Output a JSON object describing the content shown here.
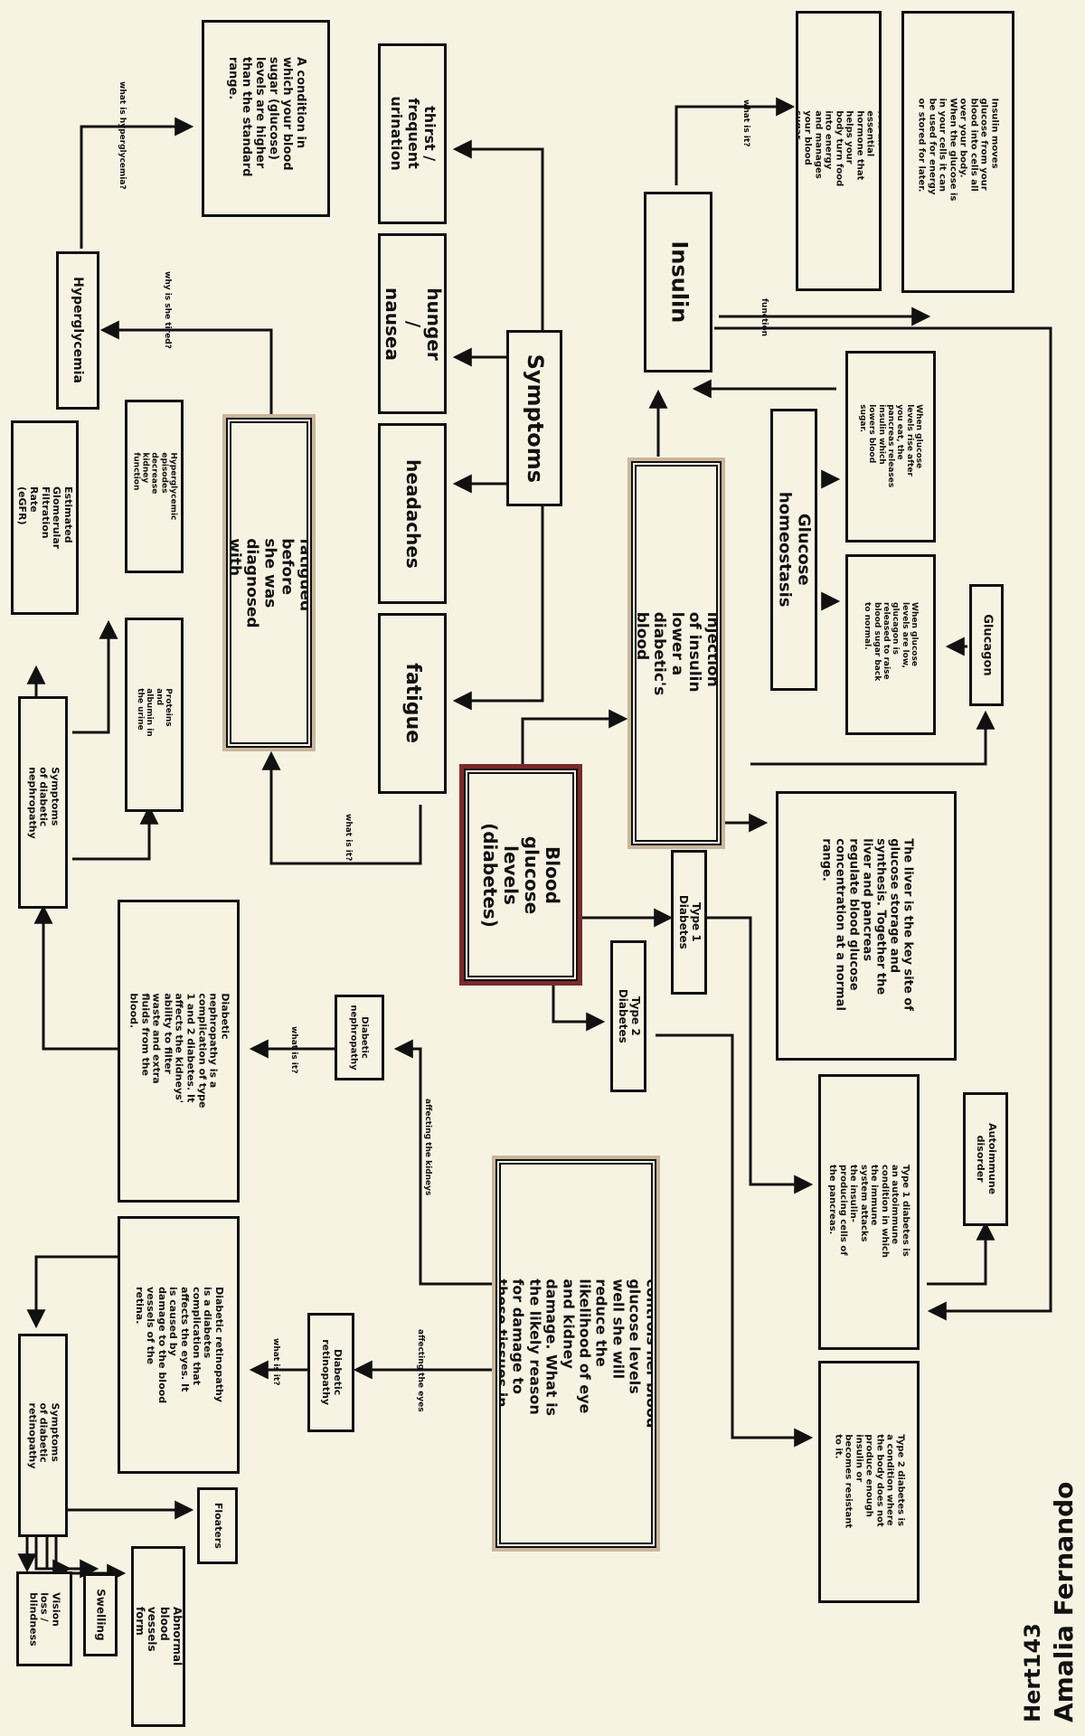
{
  "nodes": {
    "blood_glucose": "Blood glucose levels (diabetes)",
    "how_insulin": "How does the injection of insulin lower a diabetic's blood glucose levels?",
    "symptoms": "Symptoms",
    "fatigue": "fatigue",
    "headaches": "headaches",
    "hunger_nausea": "hunger / nausea",
    "thirst": "thirst / frequent urination",
    "betty_tired": "Dr. Betty often felt fatigued before she was diagnosed with diabetes. why?",
    "hyperglycemia": "Hyperglycemia",
    "hyper_def": "A condition in which your blood sugar (glucose) levels are higher than the standard range.",
    "insulin": "Insulin",
    "insulin_what": "It is an essential hormone that helps your body turn food into energy and manages your blood sugar.",
    "insulin_how": "Insulin moves glucose from your blood into cells all over your body. When the glucose is in your cells it can be used for energy or stored for later.",
    "glucose_homeostasis": "Glucose homeostasis",
    "homeo_high": "When glucose levels rise after you eat, the pancreas releases insulin which lowers blood sugar.",
    "homeo_low": "When glucose levels are low, glucagon is released to raise blood sugar back to normal.",
    "glucagon": "Glucagon",
    "type1": "Type 1 Diabetes",
    "type2": "Type 2 Diabetes",
    "liver": "The liver is the key site of glucose storage and synthesis. Together the liver and pancreas regulate blood glucose concentration at a normal range.",
    "type1_desc": "Type 1 diabetes is an autoimmune condition in which the immune system attacks the insulin-producing cells of the pancreas.",
    "autoimmune": "Autoimmune disorder",
    "type2_desc": "Type 2 diabetes is a condition where the body does not produce enough insulin or becomes resistant to it.",
    "betty_control": "If Dr. Betty controls her blood glucose levels well she will reduce the likelihood of eye and kidney damage. What is the likely reason for damage to these tissues in diabetics?",
    "diabetic_nephropathy": "Diabetic nephropathy",
    "nephropathy_desc": "Diabetic nephropathy is a complication of type 1 and 2 diabetes. It affects the kidneys' ability to filter waste and extra fluids from the blood.",
    "diabetic_retinopathy": "Diabetic retinopathy",
    "retinopathy_desc": "Diabetic retinopathy is a diabetes complication that affects the eyes. It is caused by damage to the blood vessels of the retina.",
    "neph_symptoms": "Symptoms of diabetic nephropathy",
    "retino_symptoms": "Symptoms of diabetic retinopathy",
    "proteins": "Proteins and albumin in the urine",
    "egfr": "Estimated Glomerular Filtration Rate (eGFR)",
    "vision": "Vision loss / blindness",
    "swelling": "Swelling",
    "abnormal_vessels": "Abnormal blood vessels form",
    "floaters": "Floaters",
    "hyper_levels": "Hyperglycemic episodes decrease kidney function"
  },
  "labels": {
    "what_is": "what is hyperglycemia?",
    "why_tired": "why is she tired?",
    "what_is_it": "what is it?",
    "function": "function",
    "what_is_q": "what is it?",
    "affecting_kidneys": "affecting the kidneys",
    "affecting_eyes": "affecting the eyes",
    "what_is_q2": "what is it?",
    "what_is_q3": "what is it?"
  },
  "author": {
    "id": "Hert143",
    "name": "Amalia Fernando"
  }
}
